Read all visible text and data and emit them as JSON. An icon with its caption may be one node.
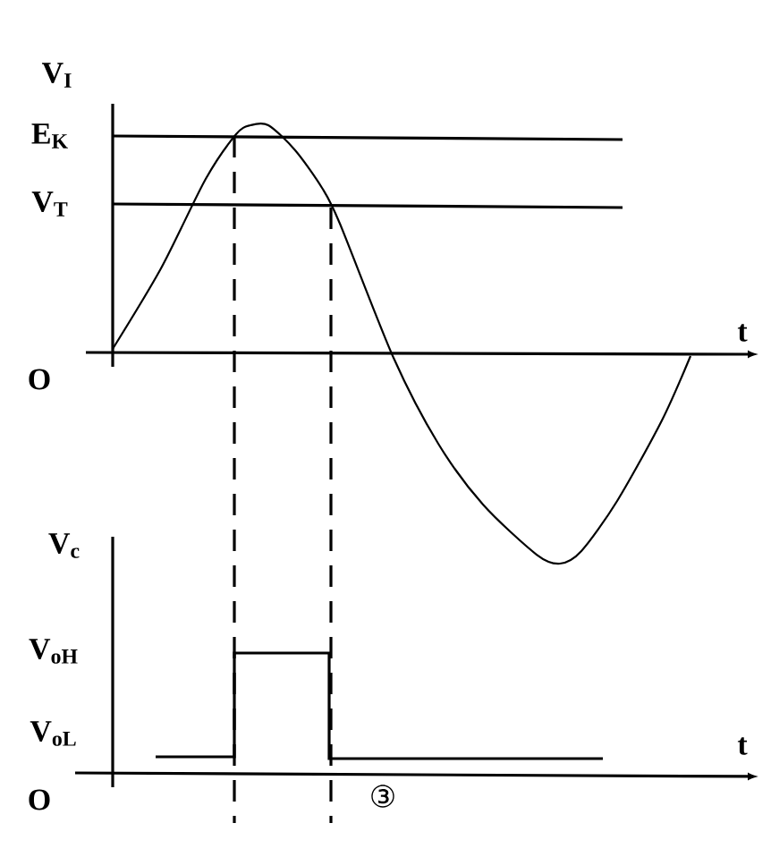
{
  "diagram": {
    "labels": [
      "V$_{I}$",
      "E$_{K}$",
      "V$_{T}$",
      "t",
      "O",
      "V$_{c}$",
      "V$_{oH}$",
      "V$_{oL}$",
      "t",
      "O",
      "③"
    ]
  }
}
